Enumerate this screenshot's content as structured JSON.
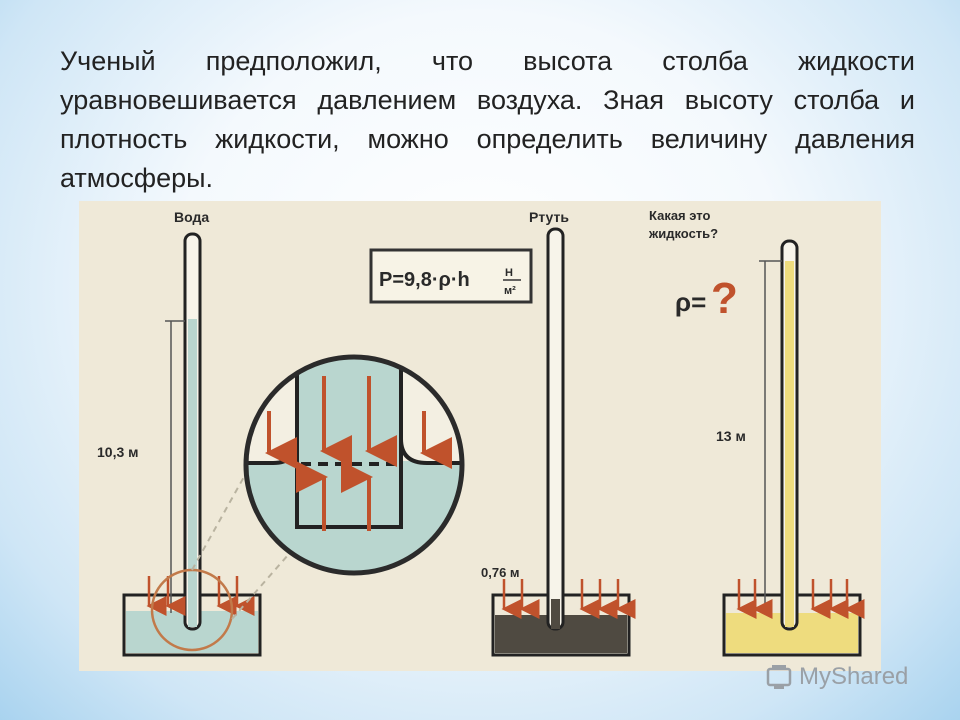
{
  "slide": {
    "text": "Ученый предположил, что высота столба жидкости уравновешивается давлением воздуха. Зная высоту столба и плотность жидкости, можно определить величину давления атмосферы."
  },
  "diagram": {
    "water": {
      "label": "Вода",
      "height": "10,3 м",
      "color": "#b9d6cf"
    },
    "mercury": {
      "label": "Ртуть",
      "height": "0,76 м",
      "color": "#4f4a41"
    },
    "unknown": {
      "label_line1": "Какая это",
      "label_line2": "жидкость?",
      "height": "13 м",
      "color": "#eedc7e"
    },
    "formula": "P=9,8·ρ·h",
    "formula_unit_num": "Н",
    "formula_unit_den": "м²",
    "rho_label": "ρ=",
    "question_mark": "?",
    "arrow_color": "#c0522c"
  },
  "watermark": {
    "text": "MyShared"
  }
}
